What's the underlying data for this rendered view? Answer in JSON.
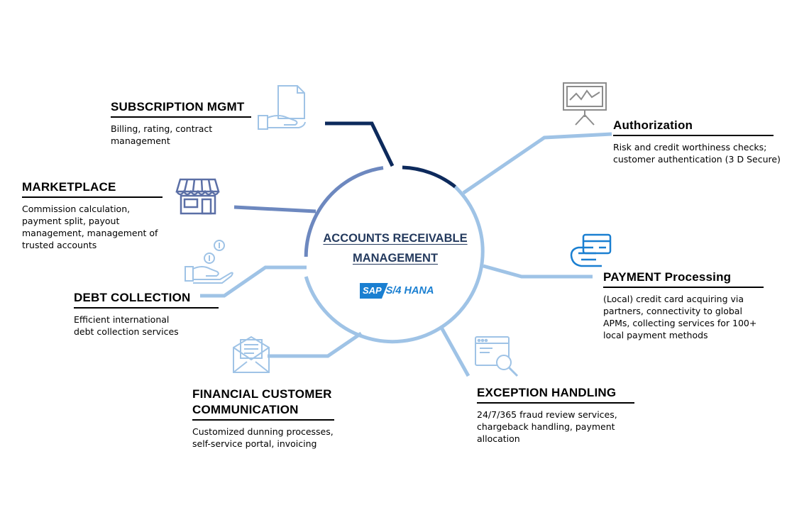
{
  "center": {
    "line1": "ACCOUNTS RECEIVABLE",
    "line2": "MANAGEMENT",
    "logo_badge": "SAP",
    "logo_text": "S/4 HANA"
  },
  "nodes": {
    "subscription": {
      "title": "SUBSCRIPTION MGMT",
      "desc1": "Billing, rating, contract",
      "desc2": "management",
      "icon": "document-hand-icon"
    },
    "marketplace": {
      "title": "MARKETPLACE",
      "desc1": "Commission calculation,",
      "desc2": "payment split,  payout",
      "desc3": "management, management of",
      "desc4": "trusted accounts",
      "icon": "storefront-icon"
    },
    "debt": {
      "title": "DEBT COLLECTION",
      "desc1": "Efficient international",
      "desc2": "debt collection services",
      "icon": "hand-coins-icon"
    },
    "communication": {
      "title1": "FINANCIAL CUSTOMER",
      "title2": "COMMUNICATION",
      "desc1": "Customized dunning processes,",
      "desc2": "self-service portal, invoicing",
      "icon": "envelope-letter-icon"
    },
    "authorization": {
      "title": "Authorization",
      "desc1": "Risk and credit worthiness checks;",
      "desc2": "customer authentication (3 D Secure)",
      "icon": "presentation-chart-icon"
    },
    "payment": {
      "title": "PAYMENT Processing",
      "desc1": "(Local) credit card acquiring via",
      "desc2": "partners, connectivity to global",
      "desc3": "APMs, collecting services for 100+",
      "desc4": "local payment methods",
      "icon": "card-hand-icon"
    },
    "exception": {
      "title": "EXCEPTION HANDLING",
      "desc1": "24/7/365 fraud review services,",
      "desc2": "chargeback handling, payment",
      "desc3": "allocation",
      "icon": "browser-search-icon"
    }
  },
  "colors": {
    "light_blue": "#9fc3e6",
    "mid_blue": "#6d88bf",
    "navy": "#0d2a5c",
    "icon_stroke": "#7fa8d4",
    "icon_grey": "#8c8c8c",
    "sap_blue": "#1a7fd1",
    "center_text": "#243a5e"
  }
}
